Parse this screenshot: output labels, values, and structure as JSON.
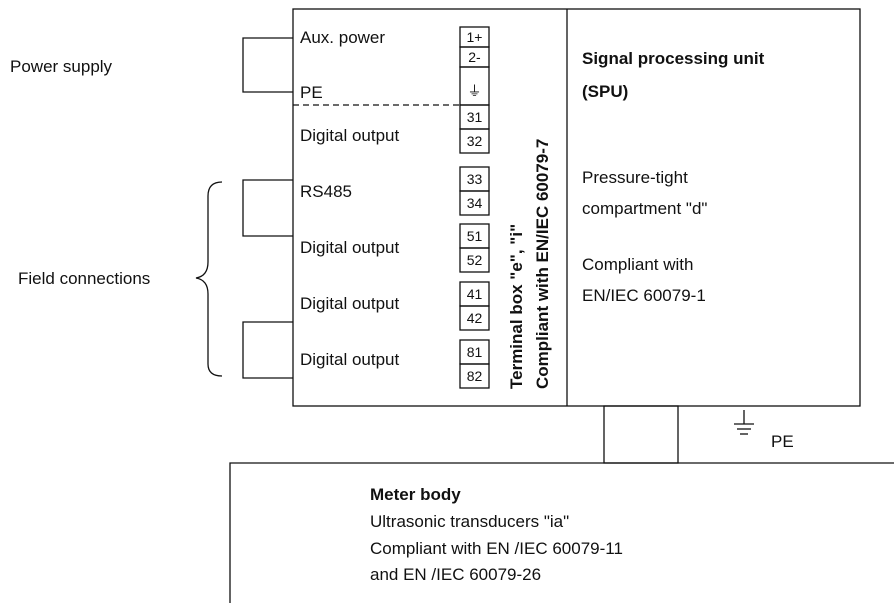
{
  "left_labels": {
    "power_supply": "Power supply",
    "field_connections": "Field connections"
  },
  "terminal_labels": {
    "aux_power": "Aux. power",
    "pe": "PE",
    "digital_output_1": "Digital output",
    "rs485": "RS485",
    "digital_output_2": "Digital output",
    "digital_output_3": "Digital output",
    "digital_output_4": "Digital output"
  },
  "terminals": [
    "1+",
    "2-",
    "⏚",
    "31",
    "32",
    "33",
    "34",
    "51",
    "52",
    "41",
    "42",
    "81",
    "82"
  ],
  "terminal_box": {
    "line1": "Terminal box \"e\", \"i\"",
    "line2": "Compliant with EN/IEC 60079-7"
  },
  "spu": {
    "title_line1": "Signal processing unit",
    "title_line2": "(SPU)",
    "pressure_line1": "Pressure-tight",
    "pressure_line2": "compartment \"d\"",
    "compliant_line1": "Compliant with",
    "compliant_line2": "EN/IEC 60079-1"
  },
  "pe_label": "PE",
  "meter_body": {
    "title": "Meter body",
    "line1": "Ultrasonic transducers \"ia\"",
    "line2": "Compliant with EN /IEC 60079-11",
    "line3": "and EN /IEC 60079-26"
  }
}
